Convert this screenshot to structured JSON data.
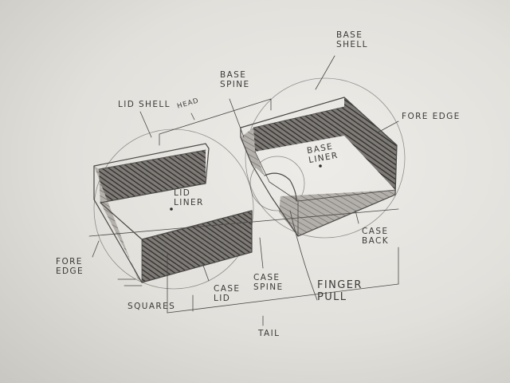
{
  "diagram": {
    "labels": {
      "base_shell": [
        "BASE",
        "SHELL"
      ],
      "lid_shell": "LID SHELL",
      "head": "HEAD",
      "base_spine": [
        "BASE",
        "SPINE"
      ],
      "fore_edge_right": "FORE EDGE",
      "base_liner": [
        "BASE",
        "LINER"
      ],
      "lid_liner": [
        "LID",
        "LINER"
      ],
      "case_back": [
        "CASE",
        "BACK"
      ],
      "fore_edge_left": [
        "FORE",
        "EDGE"
      ],
      "squares": "SQUARES",
      "case_lid": [
        "CASE",
        "LID"
      ],
      "case_spine": [
        "CASE",
        "SPINE"
      ],
      "finger_pull": [
        "FINGER",
        "PULL"
      ],
      "tail": "TAIL"
    },
    "colors": {
      "paper": "#e9e7e3",
      "graphite": "#4a4845",
      "shade": "#3a3836"
    }
  }
}
